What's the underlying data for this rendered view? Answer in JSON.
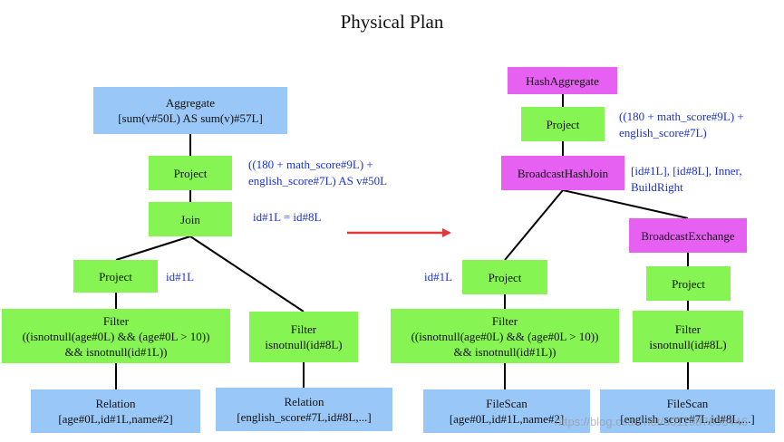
{
  "title": "Physical Plan",
  "colors": {
    "relation_blue": "#99c7f7",
    "operator_green": "#86f453",
    "physical_pink": "#e660f2",
    "annotation_blue": "#1b32d6",
    "arrow_red": "#e03a3a"
  },
  "left": {
    "aggregate": {
      "line1": "Aggregate",
      "line2": "[sum(v#50L) AS sum(v)#57L]"
    },
    "project_top": {
      "label": "Project"
    },
    "join": {
      "label": "Join"
    },
    "project_left": {
      "label": "Project"
    },
    "filter_left": {
      "line1": "Filter",
      "line2": "((isnotnull(age#0L) && (age#0L > 10))",
      "line3": "&& isnotnull(id#1L))"
    },
    "filter_right": {
      "line1": "Filter",
      "line2": "isnotnull(id#8L)"
    },
    "relation_left": {
      "line1": "Relation",
      "line2": "[age#0L,id#1L,name#2]"
    },
    "relation_right": {
      "line1": "Relation",
      "line2": "[english_score#7L,id#8L,...]"
    },
    "notes": {
      "project_top_1": "((180 + math_score#9L) +",
      "project_top_2": "english_score#7L) AS v#50L",
      "join": "id#1L = id#8L",
      "project_left": "id#1L"
    }
  },
  "right": {
    "hash_aggregate": {
      "label": "HashAggregate"
    },
    "project_top": {
      "label": "Project"
    },
    "broadcast_hash_join": {
      "label": "BroadcastHashJoin"
    },
    "broadcast_exchange": {
      "label": "BroadcastExchange"
    },
    "project_left": {
      "label": "Project"
    },
    "project_right": {
      "label": "Project"
    },
    "filter_left": {
      "line1": "Filter",
      "line2": "((isnotnull(age#0L) && (age#0L > 10))",
      "line3": "&& isnotnull(id#1L))"
    },
    "filter_right": {
      "line1": "Filter",
      "line2": "isnotnull(id#8L)"
    },
    "filescan_left": {
      "line1": "FileScan",
      "line2": "[age#0L,id#1L,name#2]"
    },
    "filescan_right": {
      "line1": "FileScan",
      "line2": "[english_score#7L,id#8L,...]"
    },
    "notes": {
      "project_top_1": "((180 + math_score#9L) +",
      "project_top_2": "english_score#7L)",
      "join_1": "[id#1L], [id#8L], Inner,",
      "join_2": "BuildRight",
      "project_left": "id#1L"
    }
  },
  "watermark": "https://blog.csdn.net/u011987856446"
}
